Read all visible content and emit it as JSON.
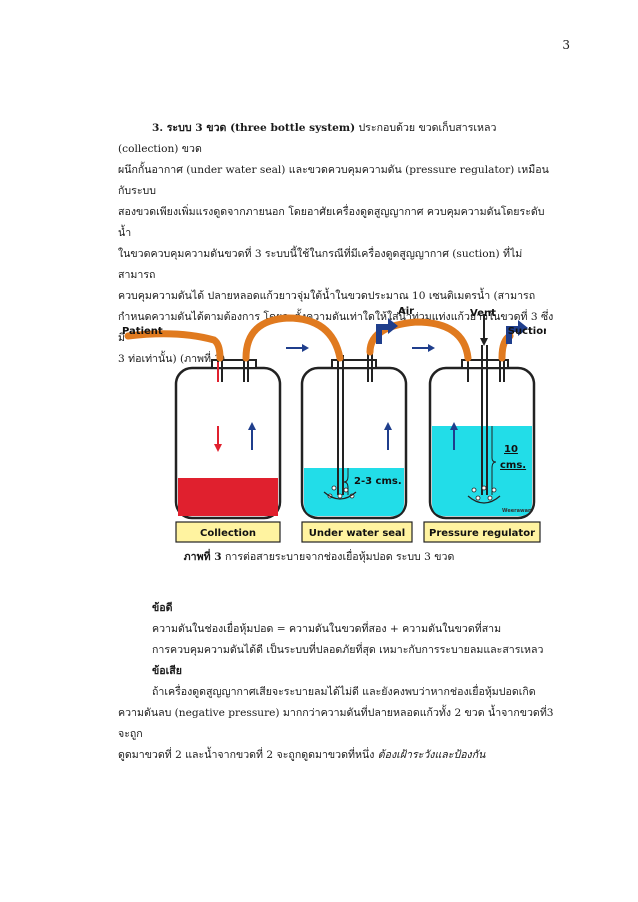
{
  "page_number": "3",
  "section": {
    "heading": "3. ระบบ 3 ขวด (three bottle system)",
    "lines": [
      " ประกอบด้วย ขวดเก็บสารเหลว (collection) ขวด",
      "ผนึกกั้นอากาศ (under water seal) และขวดควบคุมความดัน (pressure regulator) เหมือนกับระบบ",
      "สองขวดเพียงเพิ่มแรงดูดจากภายนอก โดยอาศัยเครื่องดูดสูญญากาศ ควบคุมความดันโดยระดับน้ำ",
      "ในขวดควบคุมความดันขวดที่ 3 ระบบนี้ใช้ในกรณีที่มีเครื่องดูดสูญญากาศ (suction) ที่ไม่สามารถ",
      "ควบคุมความดันได้ ปลายหลอดแก้วยาวจุ่มใต้น้ำในขวดประมาณ 10 เซนติเมตรน้ำ (สามารถ",
      "กำหนดความดันได้ตามต้องการ โดยจะตั้งความดันเท่าใดให้ใส่น้ำท่วมแท่งแก้วยาวในขวดที่ 3 ซึ่งมี",
      "3 ท่อเท่านั้น) (ภาพที่ 3)"
    ]
  },
  "figure": {
    "labels": {
      "patient": "Patient",
      "air": "Air",
      "vent": "Vent",
      "suction": "Suction",
      "depth_small": "2-3 cms.",
      "depth_large_num": "10",
      "depth_large_unit": "cms.",
      "watermark": "Weerawan",
      "bottle1": "Collection",
      "bottle2": "Under water seal",
      "bottle3": "Pressure regulator"
    },
    "colors": {
      "tube": "#e07a1f",
      "blood": "#e0202e",
      "water": "#22dde8",
      "arrow": "#1f3e8c",
      "label_bg": "#fff3a0"
    }
  },
  "caption": {
    "label": "ภาพที่ 3",
    "text": " การต่อสายระบายจากช่องเยื่อหุ้มปอด ระบบ 3 ขวด"
  },
  "pros": {
    "heading": "ข้อดี",
    "items": [
      "ความดันในช่องเยื่อหุ้มปอด = ความดันในขวดที่สอง + ความดันในขวดที่สาม",
      "การควบคุมความดันได้ดี เป็นระบบที่ปลอดภัยที่สุด เหมาะกับการระบายลมและสารเหลว"
    ]
  },
  "cons": {
    "heading": "ข้อเสีย",
    "lines": [
      "ถ้าเครื่องดูดสูญญากาศเสียจะระบายลมได้ไม่ดี และยังคงพบว่าหากช่องเยื่อหุ้มปอดเกิด",
      "ความดันลบ (negative pressure) มากกว่าความดันที่ปลายหลอดแก้วทั้ง 2 ขวด น้ำจากขวดที่3 จะถูก",
      "ดูดมาขวดที่ 2 และน้ำจากขวดที่ 2 จะถูกดูดมาขวดที่หนึ่ง "
    ],
    "emphasis": "ต้องเฝ้าระวังและป้องกัน"
  }
}
